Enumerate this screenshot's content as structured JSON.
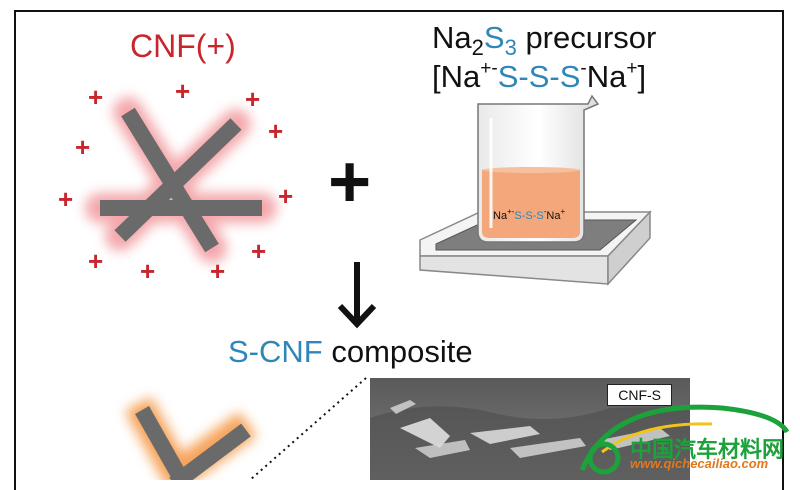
{
  "cnf_label": "CNF(+)",
  "precursor": {
    "line1_prefix": "Na",
    "line1_sub1": "2",
    "line1_s": "S",
    "line1_sub2": "3",
    "line1_suffix": " precursor",
    "line2_open": "[Na",
    "line2_sup1": "+-",
    "line2_chain": "S-S-S",
    "line2_sup2": "-",
    "line2_na": "Na",
    "line2_sup3": "+",
    "line2_close": "]"
  },
  "beaker_label": {
    "na1": "Na",
    "sup1": "+-",
    "chain": "S-S-S",
    "sup2": "-",
    "na2": "Na",
    "sup3": "+"
  },
  "combine_symbol": "+",
  "charge_symbol": "+",
  "composite": {
    "prefix": "S-CNF",
    "suffix": " composite"
  },
  "tem_label": "CNF-S",
  "watermark": {
    "title": "中国汽车材料网",
    "url": "www.qichecailiao.com"
  },
  "colors": {
    "cnf_red": "#c8252c",
    "sulfur_blue": "#2f86b8",
    "rod_gray": "#6a6a6a",
    "solution_orange": "#f3a77a",
    "watermark_green": "#1ca23a",
    "watermark_orange": "#e2781b"
  }
}
